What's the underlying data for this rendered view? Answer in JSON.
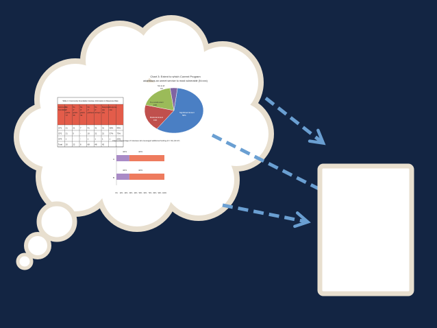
{
  "colors": {
    "background": "#132543",
    "cloud_fill": "#ffffff",
    "cloud_stroke": "#e8dfcf",
    "arrow": "#6a9fd2",
    "table_header": "#e35c4a",
    "bar_purple": "#a98bc6",
    "bar_orange": "#ee7b5e",
    "pie_blue": "#4a7fc4",
    "pie_red": "#c0504d",
    "pie_green": "#9bbb59",
    "pie_purple": "#8064a2"
  },
  "table": {
    "title": "Table 4: Community Foundation Grantee Information & Response Rate",
    "headers": [
      "Community Foundation",
      "No. of grants '07",
      "No. of grants '08",
      "No. of grants '09",
      "No. of grantees",
      "No. of surveys",
      "Response rate (%)",
      "Response rate"
    ],
    "rows": [
      [
        "CF1",
        "21",
        "21",
        "7",
        "41",
        "31",
        "31",
        "38%",
        "49%"
      ],
      [
        "CF2",
        "21",
        "5",
        "-",
        "10",
        "21",
        "21",
        "37%",
        "73%"
      ],
      [
        "CF3",
        "1",
        "-",
        "-",
        "1",
        "1",
        "1",
        "1",
        "22%"
      ],
      [
        "Total",
        "20",
        "22",
        "6",
        "68",
        "48",
        "42",
        "",
        ""
      ]
    ]
  },
  "pie_chart": {
    "title_line1": "Chart 3: Extent to which Current Program",
    "title_line2": "addresses an unmet service to most vulnerable (N=xxx)",
    "label_blue": "Significant Extent",
    "value_blue": "58%",
    "label_red": "Moderate Extent",
    "value_red": "19%",
    "label_green": "To a small extent",
    "value_green": "19%",
    "label_purple": "Not at all",
    "value_purple": "4%",
    "slices": [
      0.58,
      0.19,
      0.19,
      0.04
    ]
  },
  "bar_chart": {
    "title": "Chart 4: Percentage of Grantees who leveraged additional funding (N = 31) (N=17)",
    "row1_label": "A",
    "row1_value": "42%",
    "row1_share": 0.27,
    "row2_label": "B",
    "row2_value": "42%",
    "row2_share": 0.27,
    "ticks": [
      "0%",
      "10%",
      "20%",
      "30%",
      "40%",
      "50%",
      "60%",
      "70%",
      "80%",
      "90%",
      "100%"
    ]
  }
}
